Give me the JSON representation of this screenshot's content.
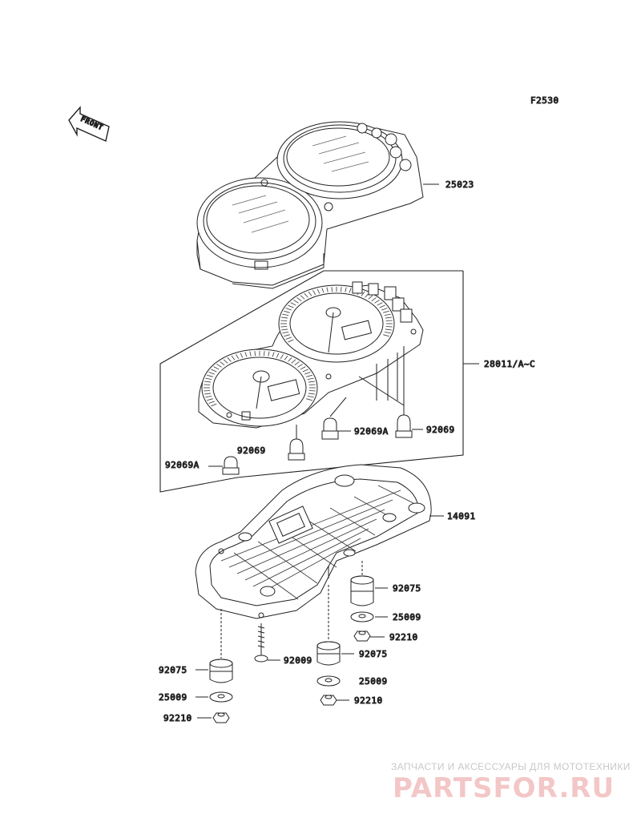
{
  "figure_code": "F2530",
  "front_arrow_text": "FRONT",
  "part_labels": {
    "p25023": "25023",
    "p28011": "28011/A~C",
    "p92069_right": "92069",
    "p92069A_mid": "92069A",
    "p92069_left": "92069",
    "p92069A_left": "92069A",
    "p14091": "14091",
    "p92075_right": "92075",
    "p25009_right": "25009",
    "p92210_right": "92210",
    "p92009": "92009",
    "p92075_mid": "92075",
    "p25009_mid": "25009",
    "p92210_mid": "92210",
    "p92075_left": "92075",
    "p25009_left": "25009",
    "p92210_left": "92210"
  },
  "watermark": {
    "tagline": "ЗАПЧАСТИ И АКСЕССУАРЫ ДЛЯ МОТОТЕХНИКИ",
    "logo": "PARTSFOR.RU"
  }
}
